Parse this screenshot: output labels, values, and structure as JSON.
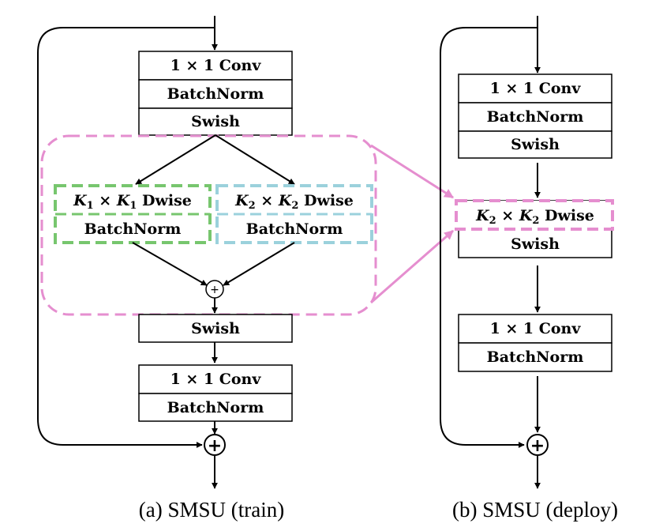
{
  "train": {
    "conv1": "1 × 1 Conv",
    "bn1": "BatchNorm",
    "swish1": "Swish",
    "dw1_k": "K",
    "dw1_sub": "1",
    "dw1_label": "Dwise",
    "dw1_bn": "BatchNorm",
    "dw2_k": "K",
    "dw2_sub": "2",
    "dw2_label": "Dwise",
    "dw2_bn": "BatchNorm",
    "add_small": "+",
    "swish2": "Swish",
    "conv2": "1 × 1 Conv",
    "bn2": "BatchNorm",
    "add": "+",
    "caption": "(a) SMSU (train)"
  },
  "deploy": {
    "conv1": "1 × 1 Conv",
    "bn1": "BatchNorm",
    "swish1": "Swish",
    "dw_k": "K",
    "dw_sub": "2",
    "dw_label": "Dwise",
    "swish2": "Swish",
    "conv2": "1 × 1 Conv",
    "bn2": "BatchNorm",
    "add": "+",
    "caption": "(b) SMSU (deploy)"
  },
  "colors": {
    "line": "#000000",
    "pink": "#e58ecf",
    "green": "#77c66e",
    "blue": "#9bd1dc"
  }
}
